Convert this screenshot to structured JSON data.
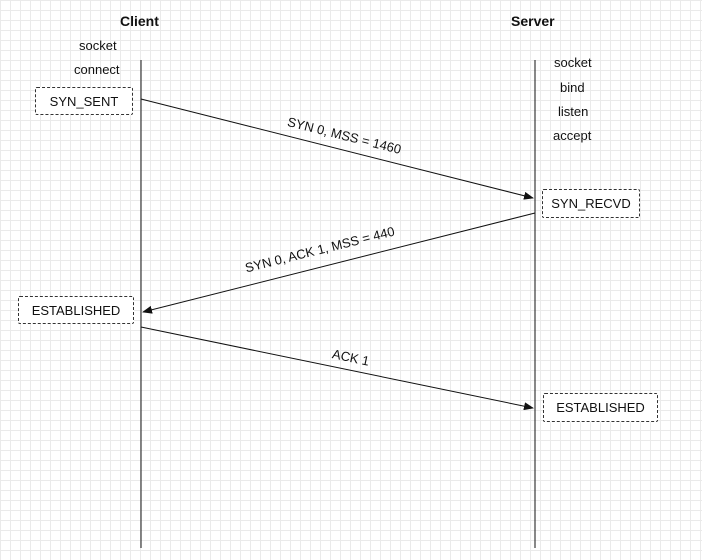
{
  "client": {
    "title": "Client",
    "calls": [
      "socket",
      "connect"
    ],
    "states": {
      "syn_sent": "SYN_SENT",
      "established": "ESTABLISHED"
    }
  },
  "server": {
    "title": "Server",
    "calls": [
      "socket",
      "bind",
      "listen",
      "accept"
    ],
    "states": {
      "syn_recvd": "SYN_RECVD",
      "established": "ESTABLISHED"
    }
  },
  "messages": {
    "syn": "SYN 0, MSS = 1460",
    "syn_ack": "SYN 0, ACK 1, MSS = 440",
    "ack": "ACK 1"
  }
}
